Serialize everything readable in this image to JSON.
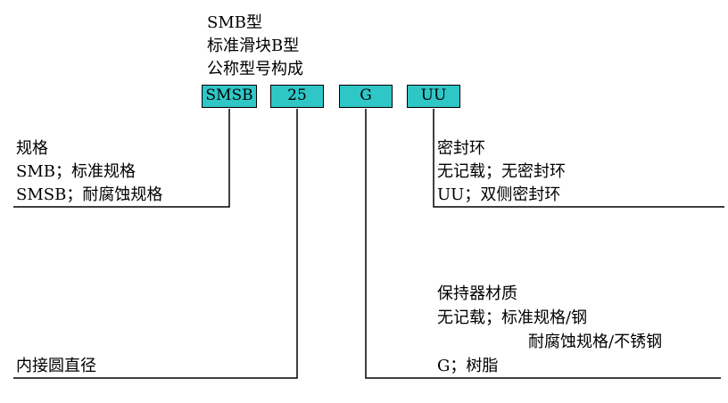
{
  "title": {
    "line1": "SMB型",
    "line2": "标准滑块B型",
    "line3": "公称型号构成"
  },
  "code_boxes": [
    "SMSB",
    "25",
    "G",
    "UU"
  ],
  "spec": {
    "heading": "规格",
    "line1": "SMB；标准规格",
    "line2": "SMSB；耐腐蚀规格"
  },
  "seal": {
    "heading": "密封环",
    "line1": "无记载；无密封环",
    "line2": "UU；双侧密封环"
  },
  "diameter": {
    "label": "内接圆直径"
  },
  "retainer": {
    "heading": "保持器材质",
    "line1": "无记载；标准规格/钢",
    "line2": "耐腐蚀规格/不锈钢",
    "line3": "G；树脂"
  }
}
